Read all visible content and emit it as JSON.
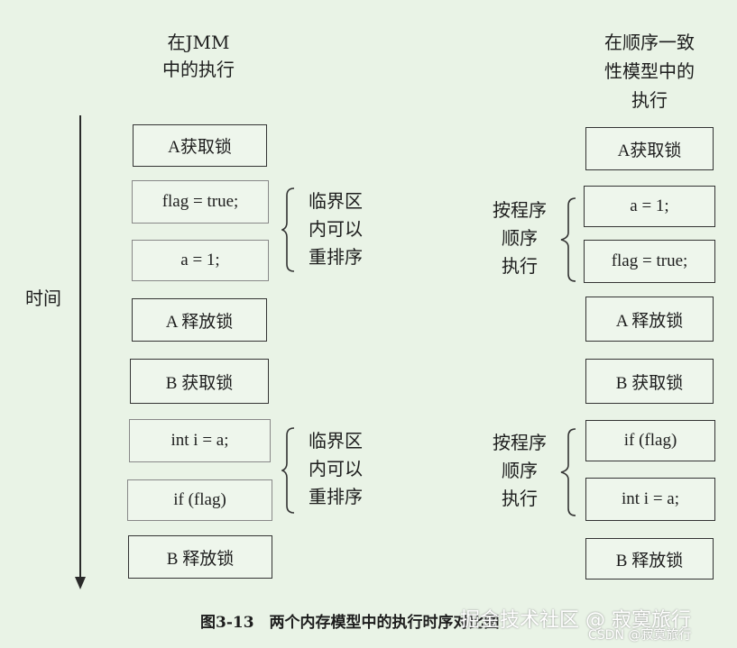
{
  "left_column": {
    "title_lines": [
      "在JMM",
      "中的执行"
    ],
    "boxes": [
      "A获取锁",
      "flag = true;",
      "a = 1;",
      "A 释放锁",
      "B 获取锁",
      "int i = a;",
      "if (flag)",
      "B 释放锁"
    ],
    "annotations": [
      {
        "lines": [
          "临界区",
          "内可以",
          "重排序"
        ]
      },
      {
        "lines": [
          "临界区",
          "内可以",
          "重排序"
        ]
      }
    ]
  },
  "right_column": {
    "title_lines": [
      "在顺序一致",
      "性模型中的",
      "执行"
    ],
    "boxes": [
      "A获取锁",
      "a = 1;",
      "flag = true;",
      "A 释放锁",
      "B 获取锁",
      "if (flag)",
      "int i = a;",
      "B 释放锁"
    ],
    "annotations": [
      {
        "lines": [
          "按程序",
          "顺序",
          "执行"
        ]
      },
      {
        "lines": [
          "按程序",
          "顺序",
          "执行"
        ]
      }
    ]
  },
  "time_axis_label": "时间",
  "caption": "图3-13　两个内存模型中的执行时序对比图",
  "watermark": {
    "main": "掘金技术社区 @ 寂寞旅行",
    "sub": "CSDN @寂寞旅行"
  }
}
